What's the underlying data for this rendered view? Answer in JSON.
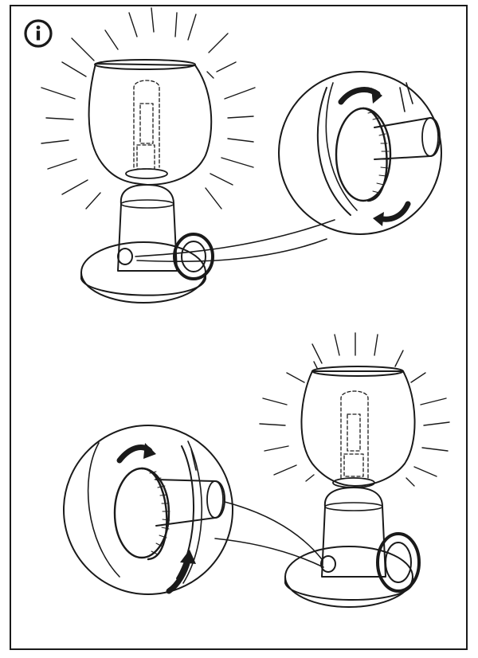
{
  "manual_page": {
    "info_badge_symbol": "i",
    "panels": [
      {
        "id": "panel-top",
        "description_icon": "lamp-lit-with-detail-of-rotary-dimmer-knob"
      },
      {
        "id": "panel-bottom",
        "description_icon": "lamp-lit-with-detail-of-rotary-dimmer-knob"
      }
    ]
  }
}
